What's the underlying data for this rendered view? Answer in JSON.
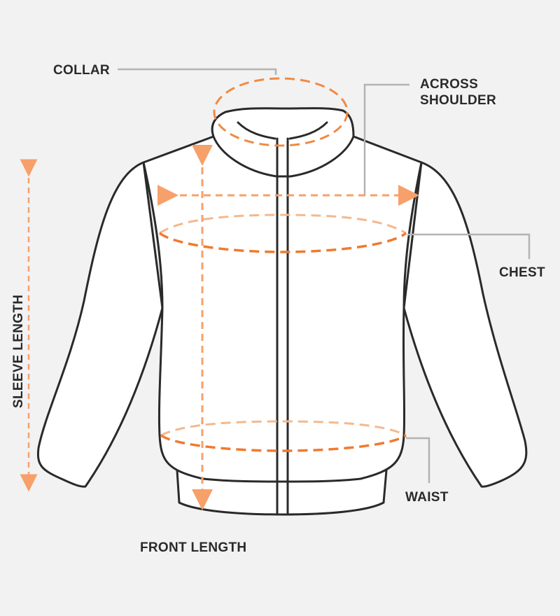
{
  "labels": {
    "collar": "COLLAR",
    "across_shoulder_1": "ACROSS",
    "across_shoulder_2": "SHOULDER",
    "chest": "CHEST",
    "waist": "WAIST",
    "sleeve_length": "SLEEVE LENGTH",
    "front_length": "FRONT LENGTH"
  },
  "colors": {
    "background": "#f2f2f2",
    "outline": "#2a2a2a",
    "accent_dark": "#f07a2e",
    "accent_light": "#f7aa78",
    "leader": "#b3b3b3"
  }
}
